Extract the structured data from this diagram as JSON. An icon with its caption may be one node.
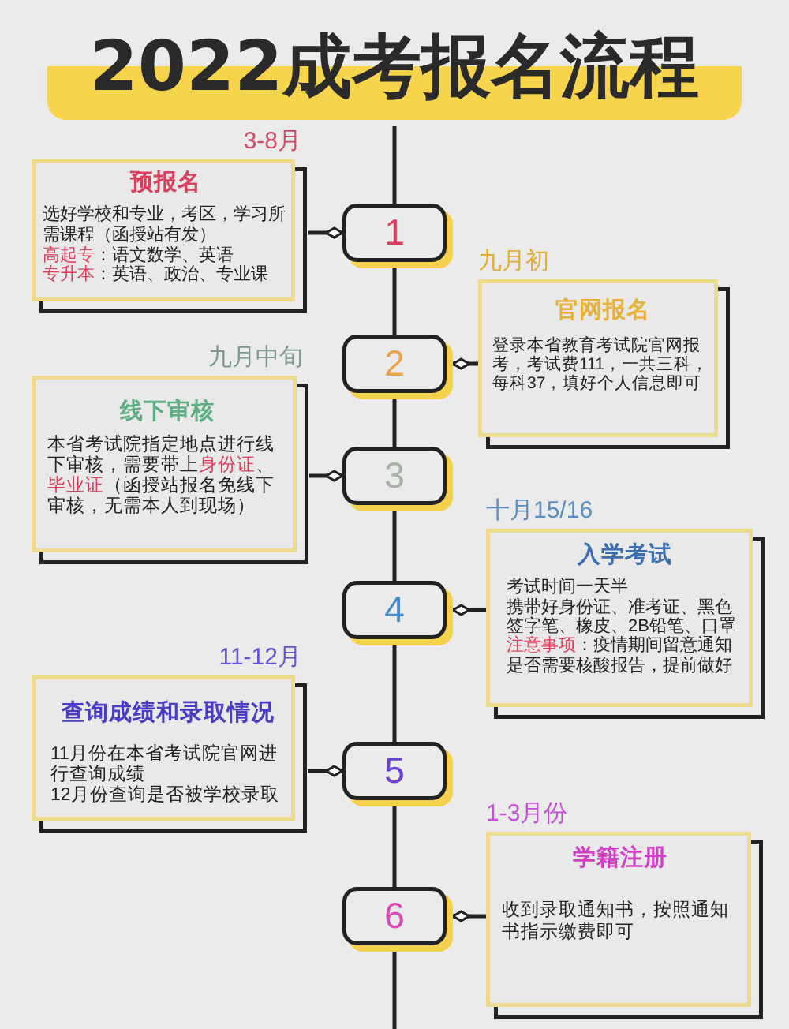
{
  "diagram": {
    "title": "2022成考报名流程",
    "nodes": [
      {
        "text": [
          "预报名",
          "选好学校和专业，考区，学习所需课程（函授站有发）",
          "**高起专**：语文数学、英语",
          "**专升本**：英语、政治、专业课"
        ],
        "beside": [
          "3-8月"
        ]
      },
      {
        "text": [
          "1"
        ]
      },
      {
        "text": [
          "官网报名",
          "登录本省教育考试院官网报考，考试费111，一共三科，每科37，填好个人信息即可"
        ],
        "beside": [
          "九月初"
        ]
      },
      {
        "text": [
          "2"
        ]
      },
      {
        "text": [
          "线下审核",
          "本省考试院指定地点进行线下审核，需要带上**身份证**、**毕业证**（函授站报名免线下审核，无需本人到现场）"
        ],
        "beside": [
          "九月中旬"
        ]
      },
      {
        "text": [
          "3"
        ]
      },
      {
        "text": [
          "入学考试",
          "考试时间一天半",
          "携带好身份证、准考证、黑色签字笔、橡皮、2B铅笔、口罩",
          "**注意事项**：疫情期间留意通知是否需要核酸报告，提前做好"
        ],
        "beside": [
          "十月15/16"
        ]
      },
      {
        "text": [
          "4"
        ]
      },
      {
        "text": [
          "查询成绩和录取情况",
          "11月份在本省考试院官网进行查询成绩",
          "12月份查询是否被学校录取"
        ],
        "beside": [
          "11-12月"
        ]
      },
      {
        "text": [
          "5"
        ]
      },
      {
        "text": [
          "学籍注册",
          "收到录取通知书，按照通知书指示缴费即可"
        ],
        "beside": [
          "1-3月份"
        ]
      },
      {
        "text": [
          "6"
        ]
      }
    ],
    "edges": [
      {
        "from": null,
        "to": 1,
        "arrow": "none"
      },
      {
        "from": 1,
        "to": 3,
        "arrow": "none"
      },
      {
        "from": 3,
        "to": 5,
        "arrow": "none"
      },
      {
        "from": 5,
        "to": 7,
        "arrow": "none"
      },
      {
        "from": 7,
        "to": 9,
        "arrow": "none"
      },
      {
        "from": 9,
        "to": 11,
        "arrow": "none"
      },
      {
        "from": 11,
        "to": null,
        "arrow": "none"
      },
      {
        "from": 1,
        "to": 0,
        "arrow": "other"
      },
      {
        "from": 3,
        "to": 2,
        "arrow": "other"
      },
      {
        "from": 5,
        "to": 4,
        "arrow": "other"
      },
      {
        "from": 7,
        "to": 6,
        "arrow": "other"
      },
      {
        "from": 9,
        "to": 8,
        "arrow": "other"
      },
      {
        "from": 11,
        "to": 10,
        "arrow": "other"
      }
    ]
  }
}
